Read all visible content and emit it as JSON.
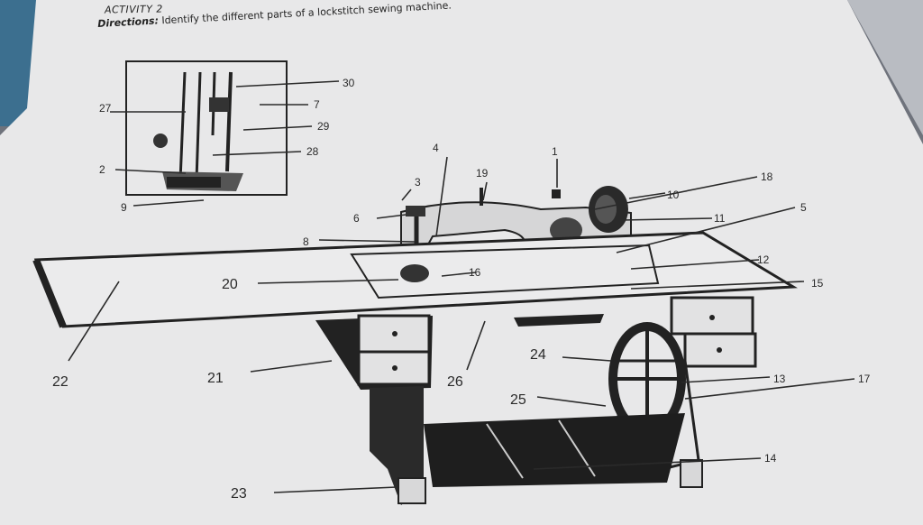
{
  "page": {
    "title": "ACTIVITY 2",
    "directions_label": "Directions:",
    "directions_text": "Identify the different parts of a lockstitch sewing machine."
  },
  "diagram": {
    "labels": [
      "30",
      "7",
      "29",
      "28",
      "27",
      "2",
      "9",
      "6",
      "3",
      "4",
      "19",
      "1",
      "18",
      "10",
      "11",
      "5",
      "8",
      "20",
      "16",
      "12",
      "15",
      "22",
      "21",
      "26",
      "24",
      "13",
      "17",
      "25",
      "14",
      "23"
    ]
  },
  "colors": {
    "paper": "#e9e9ea",
    "ink": "#2a2a2a",
    "background": "#7d7f86"
  }
}
